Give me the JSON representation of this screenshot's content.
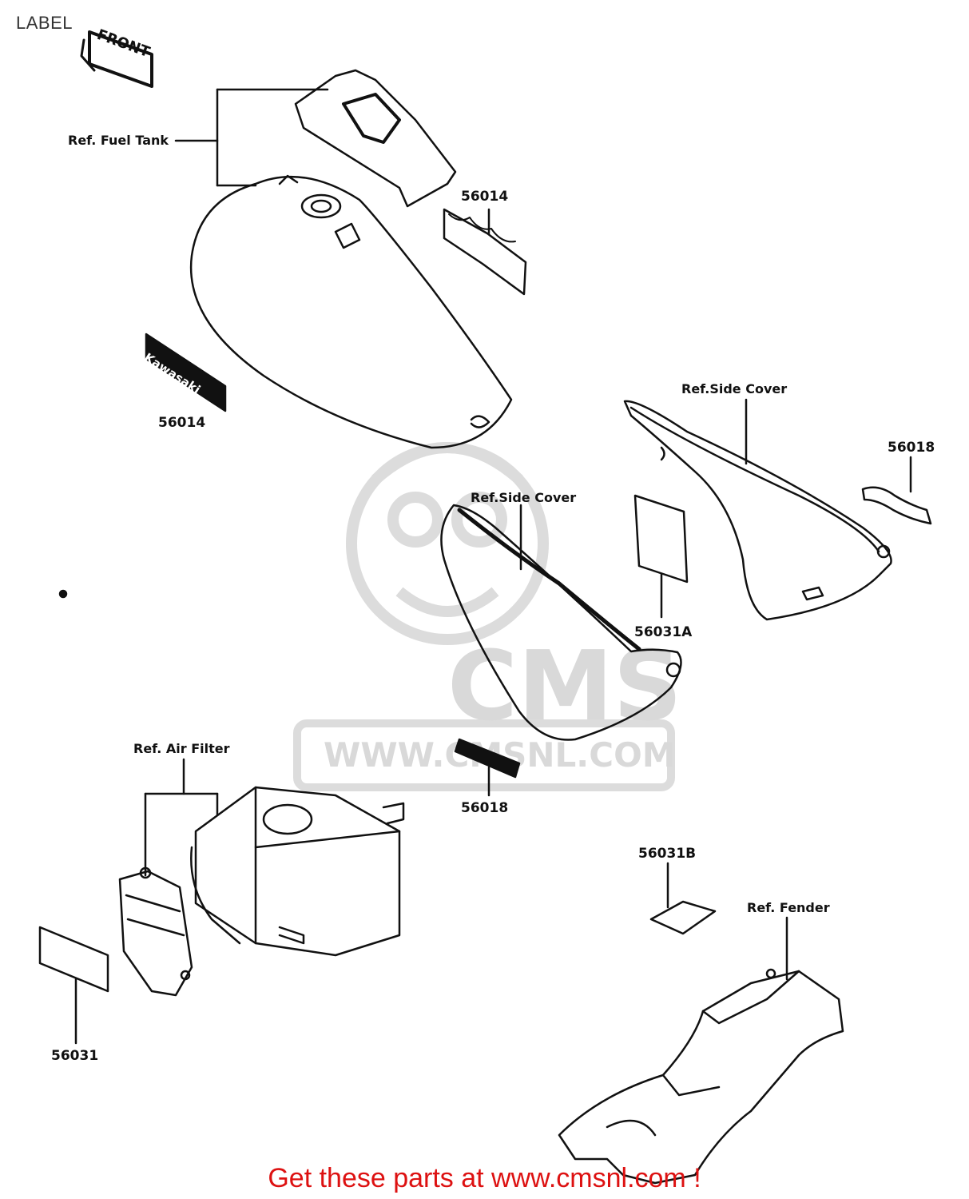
{
  "title": "LABEL",
  "labels": {
    "front": "FRONT",
    "kawasaki": "Kawasaki",
    "ref_fuel_tank": "Ref. Fuel Tank",
    "ref_side_cover_right": "Ref.Side Cover",
    "ref_side_cover_left": "Ref.Side Cover",
    "ref_air_filter": "Ref. Air Filter",
    "ref_fender": "Ref. Fender"
  },
  "parts": {
    "p56014_top": "56014",
    "p56014_left": "56014",
    "p56018_right": "56018",
    "p56018_center": "56018",
    "p56031a": "56031A",
    "p56031b": "56031B",
    "p56031": "56031"
  },
  "watermark": {
    "brand": "CMS",
    "url": "WWW.CMSNL.COM"
  },
  "footer": "Get these parts at www.cmsnl.com !",
  "colors": {
    "line": "#111111",
    "footer": "#dd1111",
    "watermark": "#d9d9d9"
  }
}
